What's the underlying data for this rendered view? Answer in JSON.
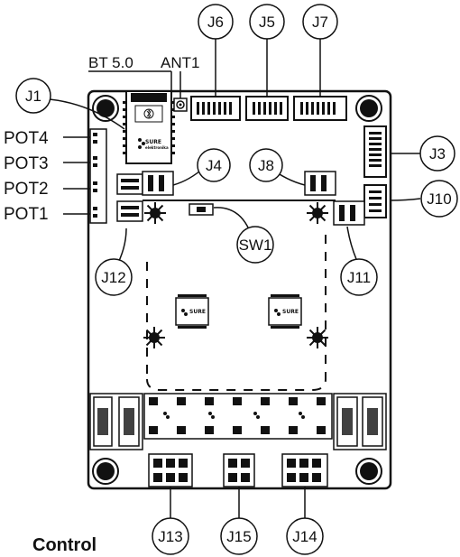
{
  "callouts": {
    "j6": "J6",
    "j5": "J5",
    "j7": "J7",
    "j1": "J1",
    "j4": "J4",
    "j8": "J8",
    "j3": "J3",
    "j10": "J10",
    "sw1": "SW1",
    "j12": "J12",
    "j11": "J11",
    "j13": "J13",
    "j15": "J15",
    "j14": "J14"
  },
  "labels": {
    "bt": "BT 5.0",
    "ant1": "ANT1",
    "pot4": "POT4",
    "pot3": "POT3",
    "pot2": "POT2",
    "pot1": "POT1"
  },
  "chip_brand": "SURE",
  "module_brand": "SURE",
  "module_sub": "elektronika",
  "caption": "Control"
}
